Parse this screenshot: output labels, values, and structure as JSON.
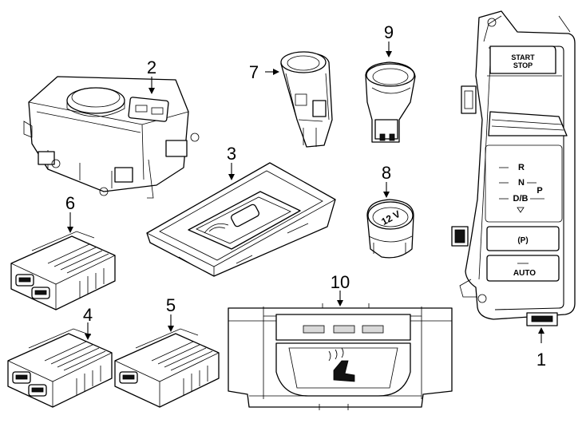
{
  "callouts": [
    "1",
    "2",
    "3",
    "4",
    "5",
    "6",
    "7",
    "8",
    "9",
    "10"
  ],
  "part_text": {
    "start": "START",
    "stop": "STOP",
    "auto": "AUTO",
    "gear_r": "R",
    "gear_n": "N",
    "gear_db": "D/B",
    "gear_p": "P",
    "park_symbol": "(P)",
    "volt": "12 V"
  }
}
